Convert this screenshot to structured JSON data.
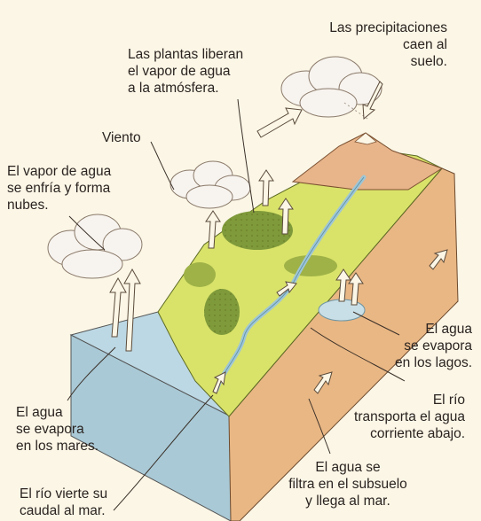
{
  "labels": {
    "precipitaciones": [
      "Las precipitaciones",
      "caen al",
      "suelo."
    ],
    "plantas": [
      "Las plantas liberan",
      "el vapor de agua",
      "a la atmósfera."
    ],
    "viento": [
      "Viento"
    ],
    "vapor_nubes": [
      "El vapor de agua",
      "se enfría y forma",
      "nubes."
    ],
    "evapora_lagos": [
      "El agua",
      "se evapora",
      "en los lagos."
    ],
    "rio_transporta": [
      "El río",
      "transporta el agua",
      "corriente abajo."
    ],
    "evapora_mares": [
      "El agua",
      "se evapora",
      "en los mares."
    ],
    "filtra_subsuelo": [
      "El agua se",
      "filtra en el subsuelo",
      "y llega al mar."
    ],
    "rio_vierte": [
      "El río vierte su",
      "caudal al mar."
    ]
  },
  "colors": {
    "sea": "#bcd8e4",
    "land": "#d9e36a",
    "forest": "#7f9a3a",
    "mountain": "#e8b48a",
    "soil": "#e9b784",
    "river": "#9fc6d6",
    "cloud": "#f7f3ee"
  }
}
